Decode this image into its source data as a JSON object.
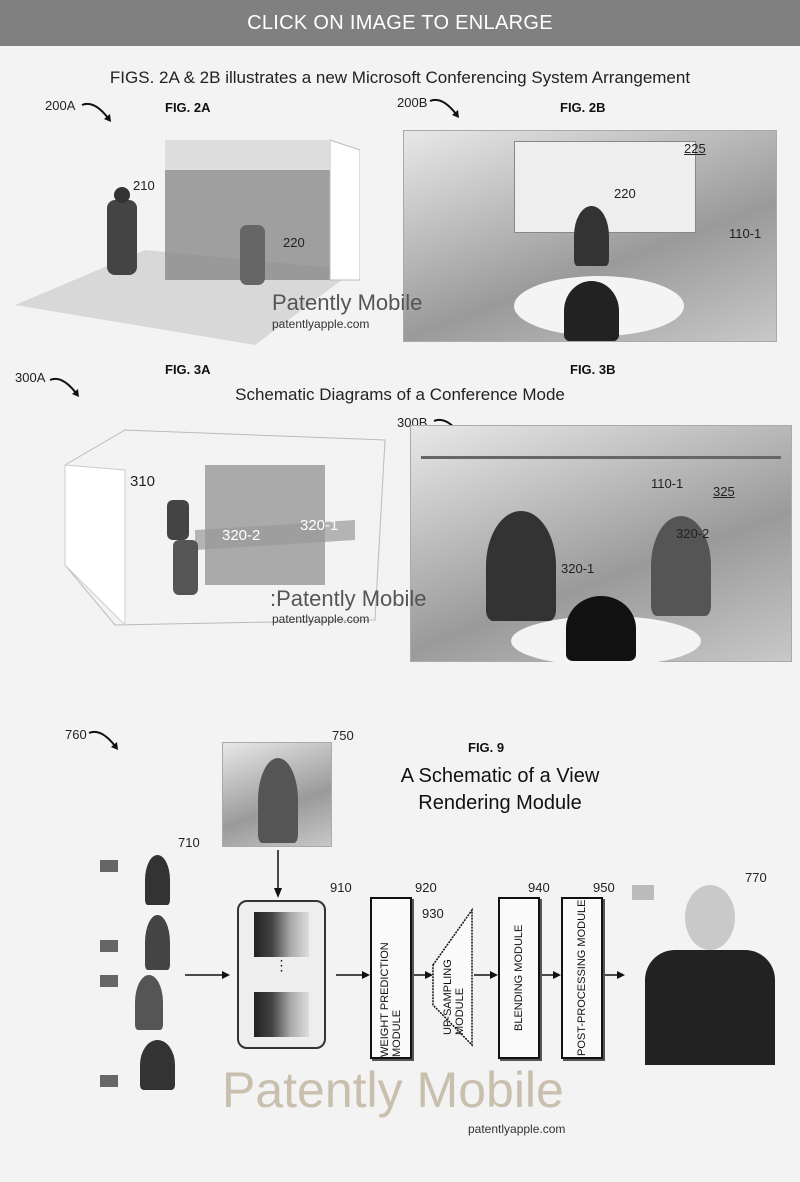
{
  "banner": "CLICK ON IMAGE TO ENLARGE",
  "section1": {
    "title": "FIGS. 2A & 2B illustrates a new Microsoft Conferencing System Arrangement",
    "fig2a": {
      "ref": "200A",
      "label": "FIG. 2A",
      "callouts": [
        "210",
        "220"
      ]
    },
    "fig2b": {
      "ref": "200B",
      "label": "FIG. 2B",
      "callouts": [
        "225",
        "220",
        "110-1"
      ]
    },
    "watermark": "Patently Mobile",
    "watermark_url": "patentlyapple.com"
  },
  "section2": {
    "title": "Schematic Diagrams of a Conference Mode",
    "fig3a": {
      "ref": "300A",
      "label": "FIG. 3A",
      "callouts": [
        "310",
        "320-2",
        "320-1"
      ]
    },
    "fig3b": {
      "ref": "300B",
      "label": "FIG. 3B",
      "callouts": [
        "110-1",
        "325",
        "320-2",
        "320-1"
      ]
    },
    "watermark": ":Patently Mobile",
    "watermark_url": "patentlyapple.com"
  },
  "section3": {
    "ref": "760",
    "label": "FIG. 9",
    "title_line1": "A Schematic of a View",
    "title_line2": "Rendering Module",
    "callouts": {
      "input_view": "750",
      "inputs": "710",
      "stack": "910",
      "output": "770"
    },
    "modules": [
      {
        "ref": "920",
        "name": "WEIGHT PREDICTION MODULE"
      },
      {
        "ref": "930",
        "name": "UP-SAMPLING MODULE"
      },
      {
        "ref": "940",
        "name": "BLENDING MODULE"
      },
      {
        "ref": "950",
        "name": "POST-PROCESSING MODULE"
      }
    ],
    "stack_ellipsis": "⋮",
    "watermark": "Patently Mobile",
    "watermark_url": "patentlyapple.com"
  }
}
